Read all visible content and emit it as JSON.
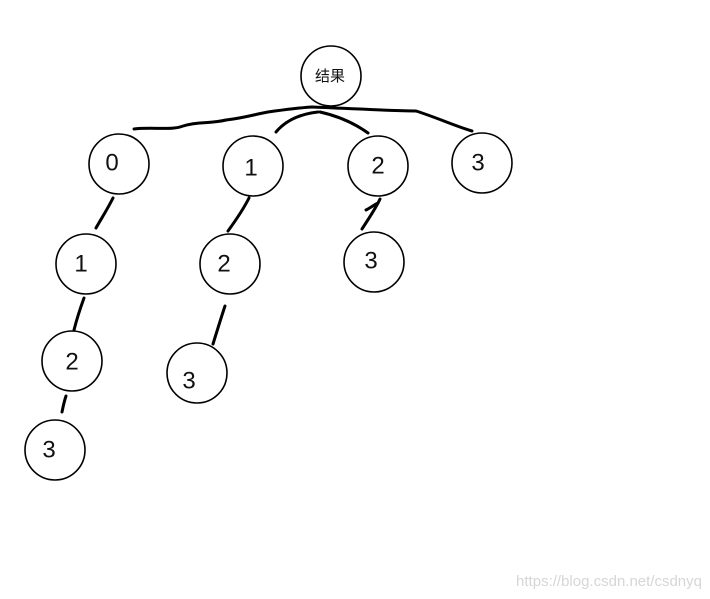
{
  "diagram": {
    "root": "结果",
    "nodes": [
      {
        "id": "r",
        "label": "结果"
      },
      {
        "id": "a0",
        "label": "0"
      },
      {
        "id": "a1",
        "label": "1"
      },
      {
        "id": "a2",
        "label": "2"
      },
      {
        "id": "a3",
        "label": "3"
      },
      {
        "id": "b1",
        "label": "1"
      },
      {
        "id": "b2",
        "label": "2"
      },
      {
        "id": "b3",
        "label": "3"
      },
      {
        "id": "c2",
        "label": "2"
      },
      {
        "id": "c3",
        "label": "3"
      },
      {
        "id": "d3",
        "label": "3"
      }
    ],
    "edges": [
      [
        "r",
        "a0"
      ],
      [
        "r",
        "a1"
      ],
      [
        "r",
        "a2"
      ],
      [
        "r",
        "a3"
      ],
      [
        "a0",
        "b1"
      ],
      [
        "b1",
        "b2"
      ],
      [
        "b2",
        "b3"
      ],
      [
        "a1",
        "c2"
      ],
      [
        "c2",
        "c3"
      ],
      [
        "a2",
        "d3"
      ]
    ]
  },
  "watermark": "https://blog.csdn.net/csdnyq"
}
